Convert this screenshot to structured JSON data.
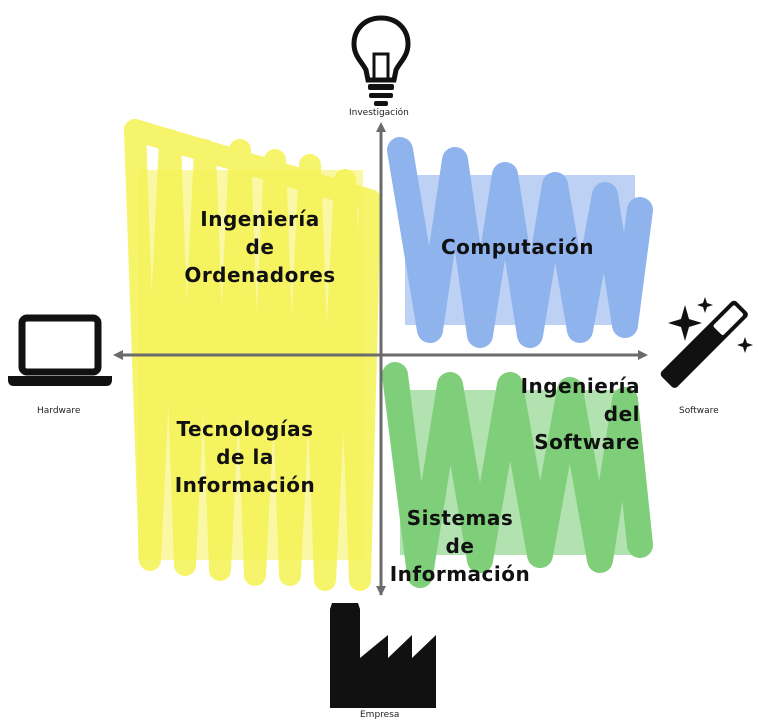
{
  "axes": {
    "top": "Investigación",
    "bottom": "Empresa",
    "left": "Hardware",
    "right": "Software"
  },
  "regions": {
    "ingenieria_ordenadores": {
      "lines": [
        "Ingeniería",
        "de",
        "Ordenadores"
      ],
      "color": "#f5f35a"
    },
    "computacion": {
      "lines": [
        "Computación"
      ],
      "color": "#8fb3ec"
    },
    "tecnologias_informacion": {
      "lines": [
        "Tecnologías",
        "de la",
        "Información"
      ],
      "color": "#f5f35a"
    },
    "ingenieria_software": {
      "lines": [
        "Ingeniería",
        "del",
        "Software"
      ],
      "color": "#7fcf7a"
    },
    "sistemas_informacion": {
      "lines": [
        "Sistemas",
        "de",
        "Información"
      ],
      "color": "#7fcf7a"
    }
  },
  "icons": {
    "top": "lightbulb-icon",
    "bottom": "factory-icon",
    "left": "laptop-icon",
    "right": "magic-wand-icon"
  },
  "colors": {
    "axis": "#6b6b6b",
    "icon": "#111111"
  }
}
